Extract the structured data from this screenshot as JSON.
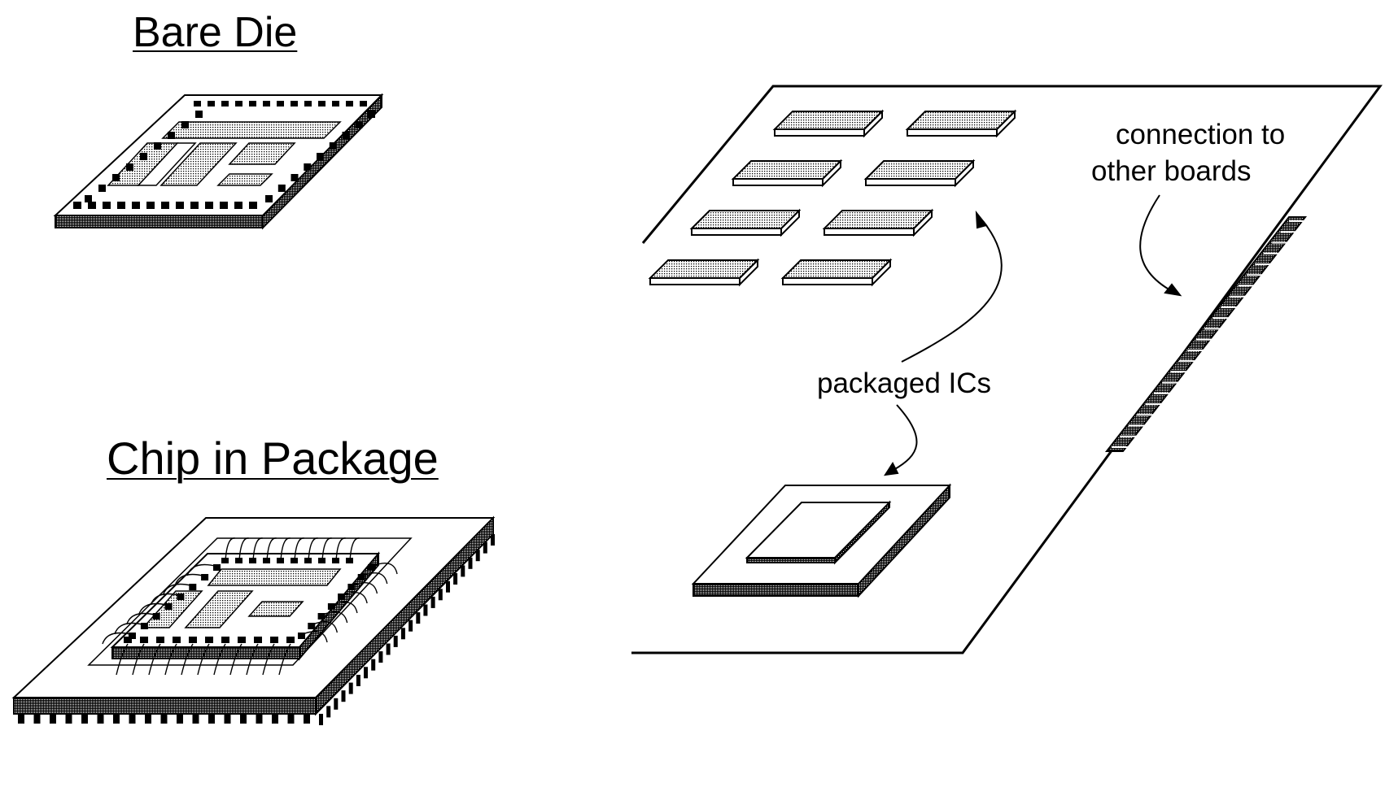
{
  "titles": {
    "bare_die": "Bare Die",
    "chip_in_package": "Chip in Package"
  },
  "board": {
    "label_connection_line1": "connection to",
    "label_connection_line2": "other boards",
    "label_packaged_ics": "packaged ICs"
  },
  "colors": {
    "ink": "#000000",
    "paper": "#ffffff",
    "stipple": "#d2d2d2"
  }
}
